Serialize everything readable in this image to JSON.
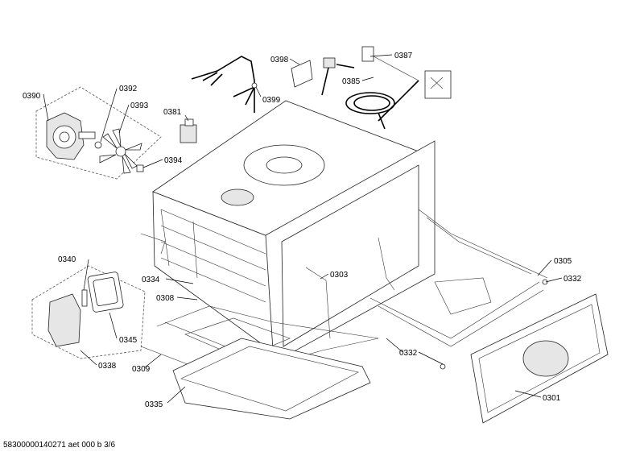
{
  "labels": {
    "p0390": "0390",
    "p0392": "0392",
    "p0393": "0393",
    "p0394": "0394",
    "p0381": "0381",
    "p0398": "0398",
    "p0399": "0399",
    "p0387": "0387",
    "p0385": "0385",
    "p0340": "0340",
    "p0334": "0334",
    "p0308": "0308",
    "p0303": "0303",
    "p0305": "0305",
    "p0332a": "0332",
    "p0332b": "0332",
    "p0345": "0345",
    "p0338": "0338",
    "p0309": "0309",
    "p0335": "0335",
    "p0301": "0301"
  },
  "footer": "58300000140271 aet 000 b 3/6"
}
